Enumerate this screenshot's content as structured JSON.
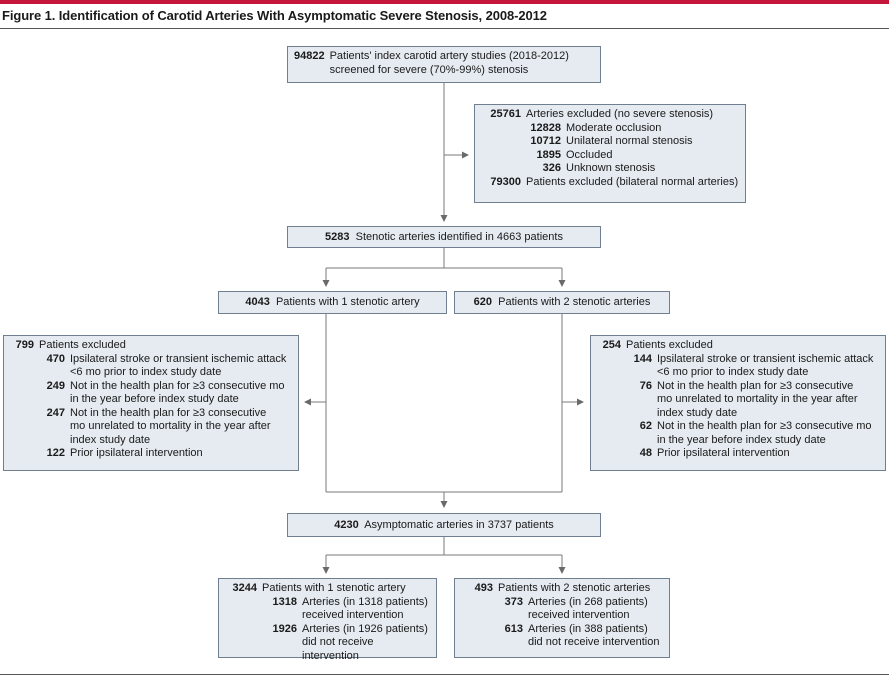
{
  "figure": {
    "title": "Figure 1. Identification of Carotid Arteries With Asymptomatic Severe Stenosis, 2008-2012"
  },
  "colors": {
    "accent": "#c4153a",
    "box_fill": "#e5ebf1",
    "box_border": "#6f7f8f",
    "line": "#7a7a7a"
  },
  "screened": {
    "n": "94822",
    "text": "Patients' index carotid artery studies (2018-2012) screened for severe (70%-99%) stenosis"
  },
  "excluded_top": {
    "items": [
      {
        "n": "25761",
        "text": "Arteries excluded (no severe stenosis)"
      },
      {
        "n": "12828",
        "text": "Moderate occlusion"
      },
      {
        "n": "10712",
        "text": "Unilateral normal stenosis"
      },
      {
        "n": "1895",
        "text": "Occluded"
      },
      {
        "n": "326",
        "text": "Unknown stenosis"
      },
      {
        "n": "79300",
        "text": "Patients excluded (bilateral normal arteries)"
      }
    ]
  },
  "stenotic": {
    "n": "5283",
    "text": "Stenotic arteries identified in 4663 patients"
  },
  "one_artery": {
    "n": "4043",
    "text": "Patients with 1 stenotic artery"
  },
  "two_artery": {
    "n": "620",
    "text": "Patients with 2 stenotic arteries"
  },
  "left_excluded": {
    "header": {
      "n": "799",
      "text": "Patients excluded"
    },
    "items": [
      {
        "n": "470",
        "text": "Ipsilateral stroke or transient ischemic attack <6 mo prior to index study date"
      },
      {
        "n": "249",
        "text": "Not in the health plan for ≥3 consecutive mo in the year before index study date"
      },
      {
        "n": "247",
        "text": "Not in the health plan for ≥3 consecutive mo unrelated to mortality in the year after index study date"
      },
      {
        "n": "122",
        "text": "Prior ipsilateral intervention"
      }
    ]
  },
  "right_excluded": {
    "header": {
      "n": "254",
      "text": "Patients excluded"
    },
    "items": [
      {
        "n": "144",
        "text": "Ipsilateral stroke or transient ischemic attack <6 mo prior to index study date"
      },
      {
        "n": "76",
        "text": "Not in the health plan for ≥3 consecutive mo unrelated to mortality in the year after index study date"
      },
      {
        "n": "62",
        "text": "Not in the health plan for ≥3 consecutive mo in the year before index study date"
      },
      {
        "n": "48",
        "text": "Prior ipsilateral intervention"
      }
    ]
  },
  "asymptomatic": {
    "n": "4230",
    "text": "Asymptomatic arteries in 3737 patients"
  },
  "final_one": {
    "header": {
      "n": "3244",
      "text": "Patients with 1 stenotic artery"
    },
    "items": [
      {
        "n": "1318",
        "text": "Arteries (in 1318 patients) received intervention"
      },
      {
        "n": "1926",
        "text": "Arteries (in 1926 patients) did not receive intervention"
      }
    ]
  },
  "final_two": {
    "header": {
      "n": "493",
      "text": "Patients with 2 stenotic arteries"
    },
    "items": [
      {
        "n": "373",
        "text": "Arteries (in 268 patients) received intervention"
      },
      {
        "n": "613",
        "text": "Arteries (in 388 patients) did not receive intervention"
      }
    ]
  }
}
